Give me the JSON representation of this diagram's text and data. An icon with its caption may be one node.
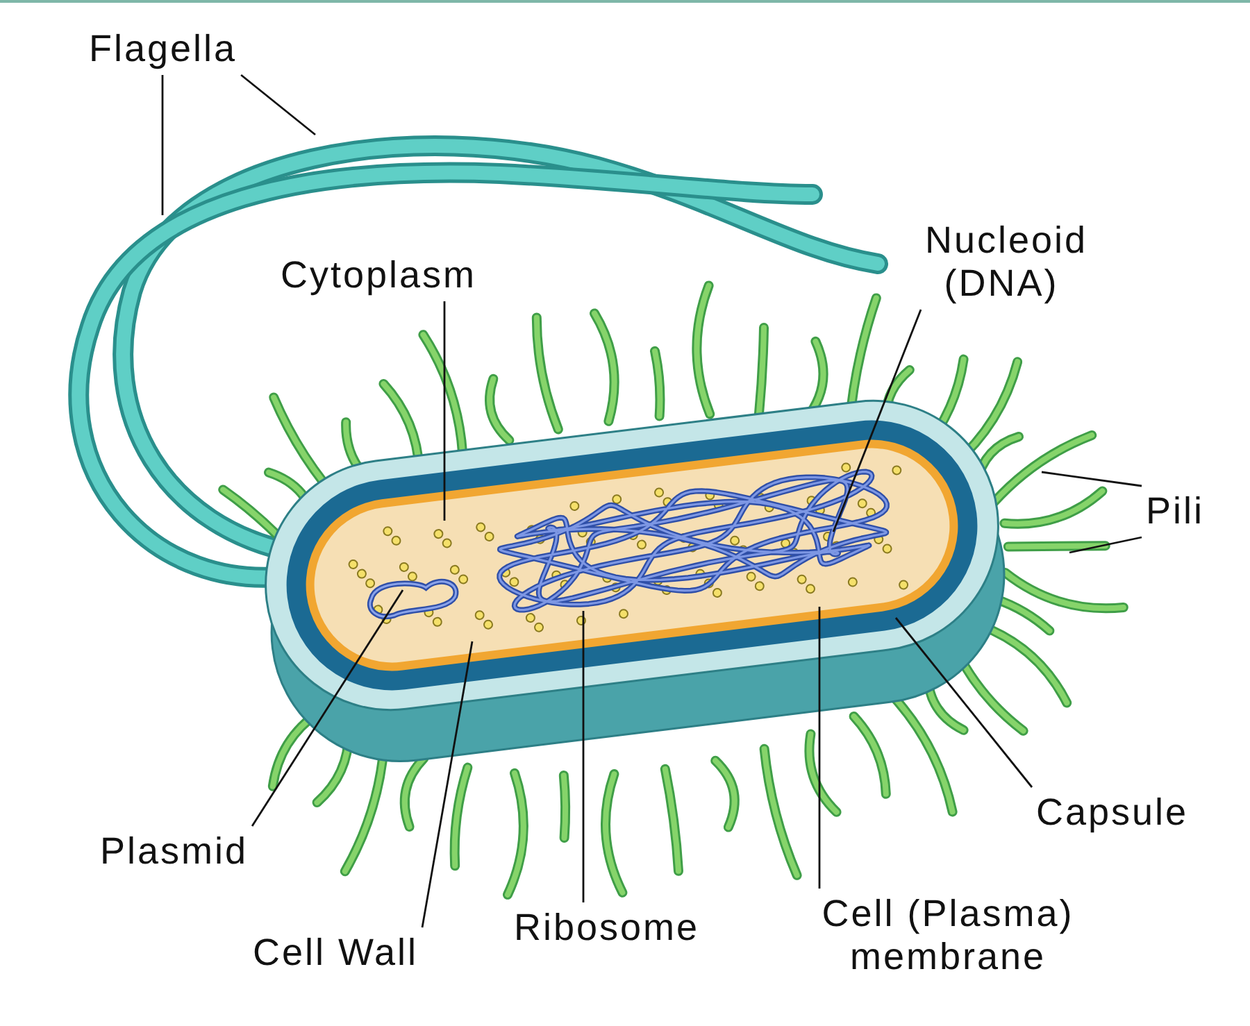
{
  "diagram": {
    "nodes": [
      {
        "text": [
          "Flagella"
        ]
      },
      {
        "text": [
          "Cytoplasm"
        ]
      },
      {
        "text": [
          "Nucleoid (DNA)"
        ]
      },
      {
        "text": [
          "Pili"
        ]
      },
      {
        "text": [
          "Capsule"
        ]
      },
      {
        "text": [
          "Plasmid"
        ]
      },
      {
        "text": [
          "Cell Wall"
        ]
      },
      {
        "text": [
          "Ribosome"
        ]
      },
      {
        "text": [
          "Cell (Plasma) membrane"
        ]
      }
    ],
    "edges": [
      {
        "from": 0,
        "to": null,
        "arrow": "none"
      },
      {
        "from": 0,
        "to": null,
        "arrow": "none"
      },
      {
        "from": 1,
        "to": null,
        "arrow": "none"
      },
      {
        "from": 2,
        "to": null,
        "arrow": "none"
      },
      {
        "from": 3,
        "to": null,
        "arrow": "none"
      },
      {
        "from": 3,
        "to": null,
        "arrow": "none"
      },
      {
        "from": 4,
        "to": null,
        "arrow": "none"
      },
      {
        "from": 5,
        "to": null,
        "arrow": "none"
      },
      {
        "from": 6,
        "to": null,
        "arrow": "none"
      },
      {
        "from": 7,
        "to": null,
        "arrow": "none"
      },
      {
        "from": 8,
        "to": null,
        "arrow": "none"
      }
    ]
  }
}
